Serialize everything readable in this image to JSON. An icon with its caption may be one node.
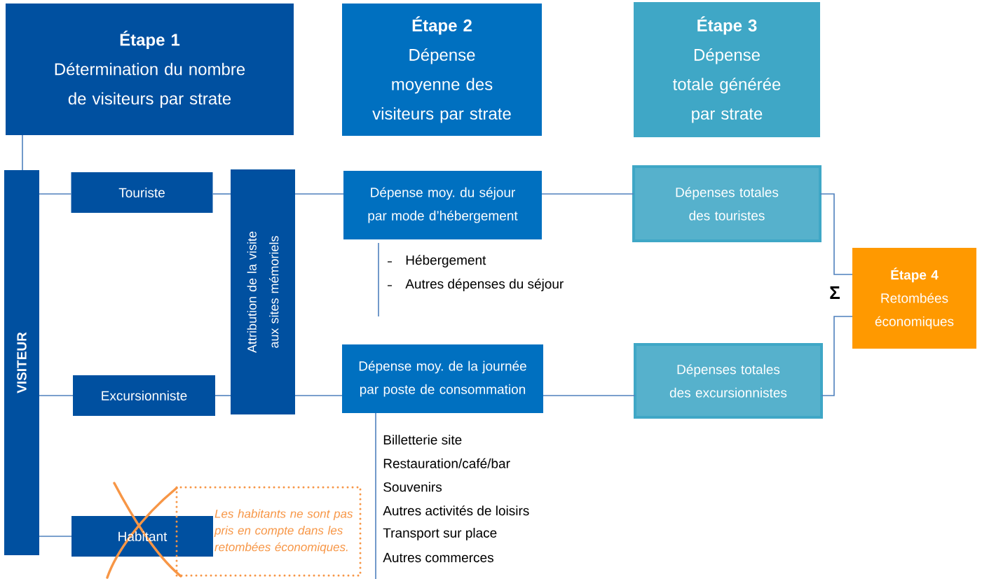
{
  "diagram": {
    "nodes": [
      {
        "text": [
          "Étape 1",
          "Détermination du nombre de visiteurs par strate"
        ]
      },
      {
        "text": [
          "Étape 2",
          "Dépense moyenne des visiteurs par strate"
        ]
      },
      {
        "text": [
          "Étape 3",
          "Dépense totale générée par strate"
        ]
      },
      {
        "text": [
          "VISITEUR"
        ]
      },
      {
        "text": [
          "Touriste"
        ]
      },
      {
        "text": [
          "Excursionniste"
        ]
      },
      {
        "text": [
          "Habitant"
        ]
      },
      {
        "text": [
          "Attribution de la visite aux sites mémoriels"
        ]
      },
      {
        "text": [
          "Dépense moy. du séjour par mode d’hébergement"
        ],
        "beside": [
          "Hébergement",
          "Autres dépenses du séjour"
        ]
      },
      {
        "text": [
          "Dépense moy. de la journée par poste de consommation"
        ],
        "beside": [
          "Billetterie site",
          "Restauration/café/bar",
          "Souvenirs",
          "Autres activités de loisirs",
          "Transport sur place",
          "Autres commerces"
        ]
      },
      {
        "text": [
          "Dépenses totales des touristes"
        ]
      },
      {
        "text": [
          "Dépenses totales des excursionnistes"
        ]
      },
      {
        "text": [
          "Étape 4",
          "Retombées économiques"
        ]
      },
      {
        "text": [
          "Les habitants ne sont pas pris en compte dans les retombées économiques."
        ]
      }
    ],
    "edges": [
      {
        "from": 0,
        "to": 3,
        "arrow": "none"
      },
      {
        "from": 3,
        "to": 4,
        "arrow": "none"
      },
      {
        "from": 3,
        "to": 5,
        "arrow": "none"
      },
      {
        "from": 3,
        "to": 6,
        "arrow": "none"
      },
      {
        "from": 4,
        "to": 7,
        "arrow": "none"
      },
      {
        "from": 5,
        "to": 7,
        "arrow": "none"
      },
      {
        "from": 7,
        "to": 8,
        "arrow": "none"
      },
      {
        "from": 7,
        "to": 9,
        "arrow": "none"
      },
      {
        "from": 8,
        "to": 10,
        "arrow": "none"
      },
      {
        "from": 9,
        "to": 11,
        "arrow": "none"
      },
      {
        "from": 10,
        "to": 12,
        "arrow": "none"
      },
      {
        "from": 11,
        "to": 12,
        "arrow": "none"
      }
    ],
    "labels": [
      "Σ"
    ]
  }
}
